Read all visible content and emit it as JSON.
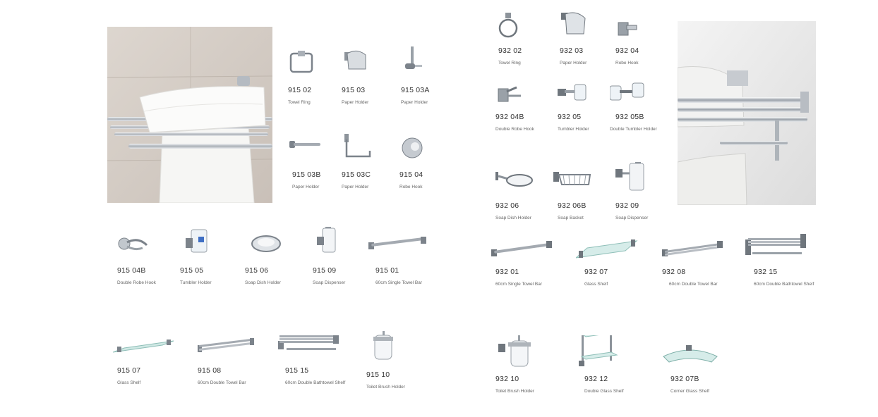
{
  "left_items": [
    {
      "code": "915 02",
      "name": "Towel Ring",
      "icon": "towel-ring-icon"
    },
    {
      "code": "915 03",
      "name": "Paper Holder",
      "icon": "paper-holder-icon"
    },
    {
      "code": "915 03A",
      "name": "Paper Holder",
      "icon": "paper-holder-icon"
    },
    {
      "code": "915 03B",
      "name": "Paper Holder",
      "icon": "paper-holder-icon"
    },
    {
      "code": "915 03C",
      "name": "Paper Holder",
      "icon": "paper-holder-icon"
    },
    {
      "code": "915 04",
      "name": "Robe Hook",
      "icon": "robe-hook-icon"
    },
    {
      "code": "915 04B",
      "name": "Double Robe Hook",
      "icon": "double-robe-hook-icon"
    },
    {
      "code": "915 05",
      "name": "Tumbler Holder",
      "icon": "tumbler-holder-icon"
    },
    {
      "code": "915 06",
      "name": "Soap Dish Holder",
      "icon": "soap-dish-icon"
    },
    {
      "code": "915 09",
      "name": "Soap Dispenser",
      "icon": "soap-dispenser-icon"
    },
    {
      "code": "915 01",
      "name": "60cm Single Towel Bar",
      "icon": "towel-bar-icon"
    },
    {
      "code": "915 07",
      "name": "Glass Shelf",
      "icon": "glass-shelf-icon"
    },
    {
      "code": "915 08",
      "name": "60cm Double Towel Bar",
      "icon": "double-towel-bar-icon"
    },
    {
      "code": "915 15",
      "name": "60cm Double Bathtowel Shelf",
      "icon": "bathtowel-shelf-icon"
    },
    {
      "code": "915 10",
      "name": "Toilet Brush Holder",
      "icon": "toilet-brush-icon"
    }
  ],
  "right_items": [
    {
      "code": "932 02",
      "name": "Towel Ring",
      "icon": "towel-ring-icon"
    },
    {
      "code": "932 03",
      "name": "Paper Holder",
      "icon": "paper-holder-icon"
    },
    {
      "code": "932 04",
      "name": "Robe Hook",
      "icon": "robe-hook-icon"
    },
    {
      "code": "932 04B",
      "name": "Double Robe Hook",
      "icon": "double-robe-hook-icon"
    },
    {
      "code": "932 05",
      "name": "Tumbler Holder",
      "icon": "tumbler-holder-icon"
    },
    {
      "code": "932 05B",
      "name": "Double Tumbler Holder",
      "icon": "double-tumbler-holder-icon"
    },
    {
      "code": "932 06",
      "name": "Soap Dish Holder",
      "icon": "soap-dish-icon"
    },
    {
      "code": "932 06B",
      "name": "Soap Basket",
      "icon": "soap-basket-icon"
    },
    {
      "code": "932 09",
      "name": "Soap Dispenser",
      "icon": "soap-dispenser-icon"
    },
    {
      "code": "932 01",
      "name": "60cm Single Towel Bar",
      "icon": "towel-bar-icon"
    },
    {
      "code": "932 07",
      "name": "Glass Shelf",
      "icon": "glass-shelf-icon"
    },
    {
      "code": "932 08",
      "name": "60cm Double Towel Bar",
      "icon": "double-towel-bar-icon"
    },
    {
      "code": "932 15",
      "name": "60cm Double Bathtowel Shelf",
      "icon": "bathtowel-shelf-icon"
    },
    {
      "code": "932 10",
      "name": "Toilet Brush Holder",
      "icon": "toilet-brush-icon"
    },
    {
      "code": "932 12",
      "name": "Double Glass Shelf",
      "icon": "double-glass-shelf-icon"
    },
    {
      "code": "932 07B",
      "name": "Corner Glass Shelf",
      "icon": "corner-glass-shelf-icon"
    }
  ],
  "colors": {
    "chrome": "#c8ccd1",
    "chrome_dark": "#7c838b",
    "wall": "#d8d2cc",
    "page": "#ffffff"
  }
}
